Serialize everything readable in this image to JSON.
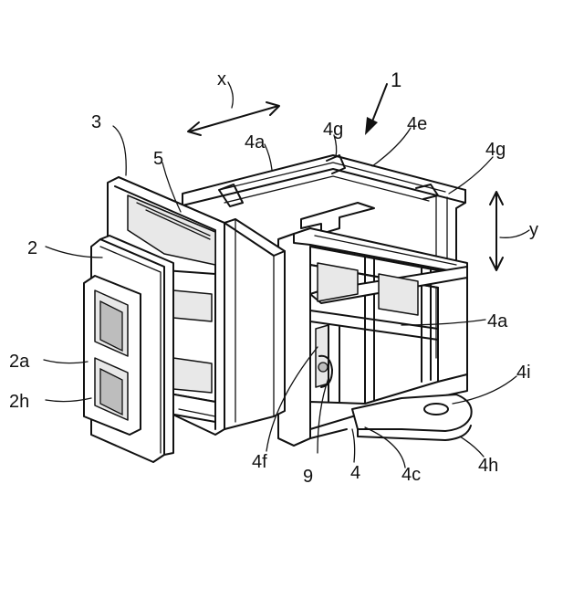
{
  "labels": {
    "ref_1": "1",
    "ref_2": "2",
    "ref_2a": "2a",
    "ref_2h": "2h",
    "ref_3": "3",
    "ref_4": "4",
    "ref_4a_top": "4a",
    "ref_4a_side": "4a",
    "ref_4c": "4c",
    "ref_4e": "4e",
    "ref_4f": "4f",
    "ref_4g_left": "4g",
    "ref_4g_right": "4g",
    "ref_4h": "4h",
    "ref_4i": "4i",
    "ref_5": "5",
    "ref_9": "9",
    "axis_x": "x",
    "axis_y": "y"
  }
}
